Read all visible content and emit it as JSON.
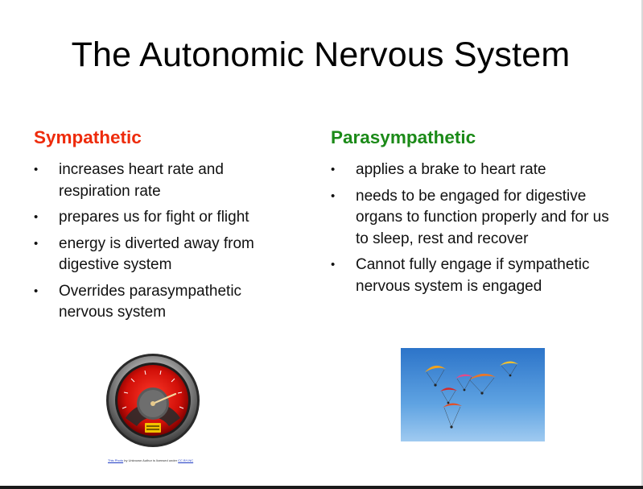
{
  "slide": {
    "title": "The Autonomic Nervous System",
    "sympathetic": {
      "heading": "Sympathetic",
      "color": "#ee2b0b",
      "items": [
        "increases heart rate and respiration rate",
        "prepares us for fight or flight",
        "energy is diverted away from digestive system",
        "Overrides parasympathetic nervous system"
      ]
    },
    "parasympathetic": {
      "heading": "Parasympathetic",
      "color": "#1b8a18",
      "items": [
        "applies a brake to heart rate",
        "needs to be engaged for digestive organs to function properly and for us to sleep, rest and recover",
        "Cannot fully engage if sympathetic nervous system is engaged"
      ]
    },
    "bullet_glyph": "•",
    "images": {
      "left_icon": "speedometer-gauge",
      "right_icon": "paragliders-in-blue-sky"
    },
    "attribution": {
      "link_text": "This Photo",
      "middle_text": " by Unknown Author is licensed under ",
      "license_text": "CC BY-NC"
    }
  }
}
